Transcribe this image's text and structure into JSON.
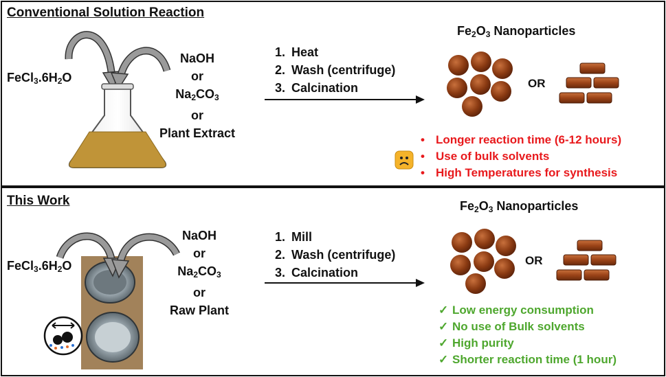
{
  "top": {
    "heading": "Conventional Solution Reaction",
    "precursor": {
      "main": "FeCl",
      "sub1": "3",
      "mid": ".6H",
      "sub2": "2",
      "end": "O"
    },
    "reagents": {
      "line1": "NaOH",
      "line2": "or",
      "line3a": "Na",
      "line3sub": "2",
      "line3b": "CO",
      "line3sub2": "3",
      "line4": "or",
      "line5": "Plant Extract"
    },
    "steps": [
      {
        "num": "1.",
        "text": "Heat"
      },
      {
        "num": "2.",
        "text": "Wash (centrifuge)"
      },
      {
        "num": "3.",
        "text": "Calcination"
      }
    ],
    "product": {
      "a": "Fe",
      "sub1": "2",
      "b": "O",
      "sub2": "3",
      "c": " Nanoparticles"
    },
    "or_label": "OR",
    "cons": [
      "Longer reaction time (6-12 hours)",
      "Use of bulk solvents",
      "High Temperatures for synthesis"
    ]
  },
  "bottom": {
    "heading": "This Work",
    "precursor": {
      "main": "FeCl",
      "sub1": "3",
      "mid": ".6H",
      "sub2": "2",
      "end": "O"
    },
    "reagents": {
      "line1": "NaOH",
      "line2": "or",
      "line3a": "Na",
      "line3sub": "2",
      "line3b": "CO",
      "line3sub2": "3",
      "line4": "or",
      "line5": "Raw Plant"
    },
    "steps": [
      {
        "num": "1.",
        "text": "Mill"
      },
      {
        "num": "2.",
        "text": "Wash (centrifuge)"
      },
      {
        "num": "3.",
        "text": "Calcination"
      }
    ],
    "product": {
      "a": "Fe",
      "sub1": "2",
      "b": "O",
      "sub2": "3",
      "c": " Nanoparticles"
    },
    "or_label": "OR",
    "pros": [
      "Low energy consumption",
      "No use of Bulk solvents",
      "High purity",
      "Shorter reaction time (1 hour)"
    ],
    "check": "✓"
  },
  "colors": {
    "cons": "#e8191c",
    "pros": "#4ea72e",
    "particle": "#8a3a12",
    "brick": "#9c4418",
    "liquid": "#c09438",
    "arrow_gray": "#9a9a9a"
  }
}
